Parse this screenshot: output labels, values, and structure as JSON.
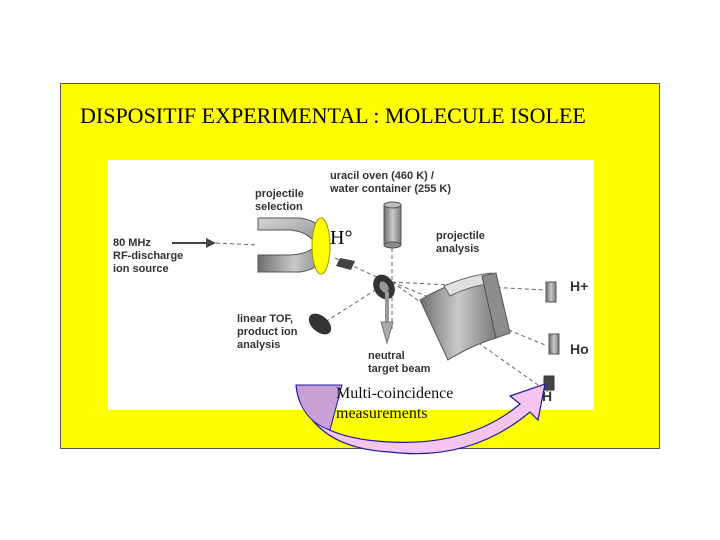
{
  "title": "DISPOSITIF EXPERIMENTAL : MOLECULE ISOLEE",
  "labels": {
    "ion_source": "80 MHz\nRF-discharge\nion source",
    "projectile_selection": "projectile\nselection",
    "oven": "uracil oven (460 K) /\nwater container (255 K)",
    "projectile_analysis": "projectile\nanalysis",
    "tof": "linear TOF,\nproduct ion\nanalysis",
    "neutral_beam": "neutral\ntarget beam",
    "h_plus": "H+",
    "h_zero": "Ho",
    "h_minus": "H"
  },
  "beam_label": "H°",
  "multi_coincidence": "Multi-coincidence\nmeasurements",
  "colors": {
    "background": "#ffff00",
    "ellipse": "#ffff00",
    "arrow_fill": "#f5c4f0",
    "arrow_stroke": "#1a1aa0"
  }
}
